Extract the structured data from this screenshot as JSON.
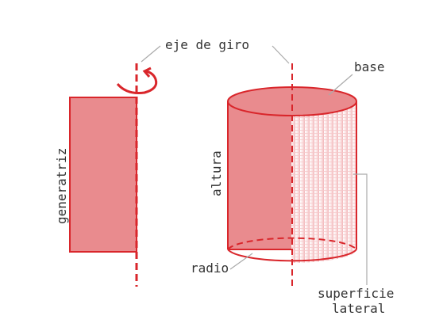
{
  "labels": {
    "axis": "eje de giro",
    "base": "base",
    "generatrix": "generatriz",
    "height": "altura",
    "radius": "radio",
    "lateral_line1": "superficie",
    "lateral_line2": "lateral"
  },
  "colors": {
    "stroke": "#d9262b",
    "fill": "#e98b8e",
    "lateral_stripe": "#f6c9cb",
    "leader": "#aaaaaa",
    "text": "#333333"
  },
  "icons": {
    "rotation": "curved-rotation-arrow-icon"
  }
}
